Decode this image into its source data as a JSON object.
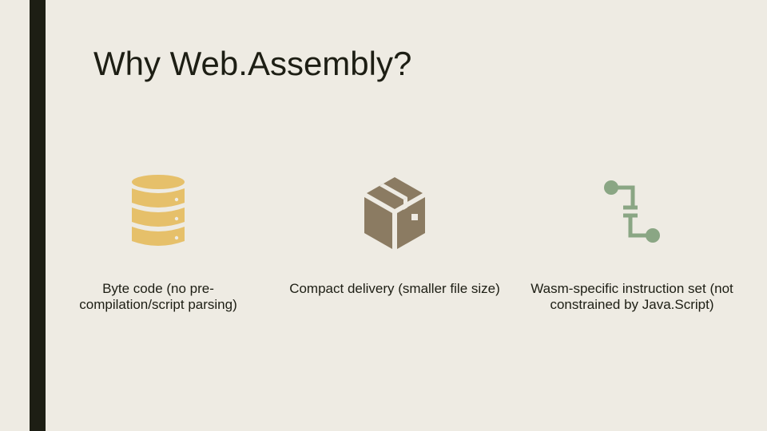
{
  "slide": {
    "title": "Why Web.Assembly?",
    "items": [
      {
        "icon": "database-icon",
        "caption": "Byte code (no pre-compilation/script parsing)",
        "color": "#E6C06A"
      },
      {
        "icon": "package-icon",
        "caption": "Compact delivery (smaller file size)",
        "color": "#8B7B62"
      },
      {
        "icon": "pipeline-icon",
        "caption": "Wasm-specific instruction set (not constrained by Java.Script)",
        "color": "#8AA684"
      }
    ]
  },
  "colors": {
    "background": "#EEEBE3",
    "accent_bar": "#1D1E14",
    "text": "#1D1E14"
  }
}
